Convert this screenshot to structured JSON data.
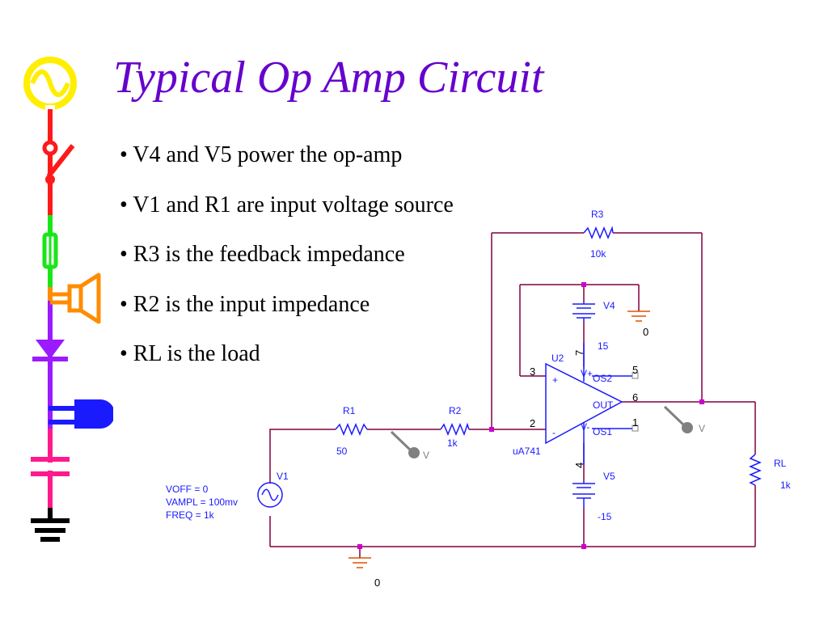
{
  "slide": {
    "title": "Typical Op Amp Circuit",
    "bullets": [
      "• V4 and V5 power the op-amp",
      "• V1 and R1 are input voltage source",
      "• R3 is the feedback impedance",
      "• R2 is the input impedance",
      "• RL is the load"
    ]
  },
  "schematic": {
    "components": {
      "r1": {
        "name": "R1",
        "value": "50"
      },
      "r2": {
        "name": "R2",
        "value": "1k"
      },
      "r3": {
        "name": "R3",
        "value": "10k"
      },
      "rl": {
        "name": "RL",
        "value": "1k"
      },
      "v1": {
        "name": "V1",
        "params": [
          "VOFF = 0",
          "VAMPL = 100mv",
          "FREQ = 1k"
        ]
      },
      "v4": {
        "name": "V4",
        "value": "15"
      },
      "v5": {
        "name": "V5",
        "value": "-15"
      },
      "u2": {
        "name": "U2",
        "model": "uA741"
      }
    },
    "pins": {
      "p3": "3",
      "p2": "2",
      "p7": "7",
      "p4": "4",
      "p5": "5",
      "p6": "6",
      "p1": "1",
      "plus": "+",
      "minus": "-",
      "vplus": "V+",
      "vminus": "V-",
      "os2": "OS2",
      "out": "OUT",
      "os1": "OS1"
    },
    "grounds": {
      "g_v4": "0",
      "g_bottom": "0"
    },
    "probes": {
      "probe_input": "V",
      "probe_output": "V"
    }
  },
  "colors": {
    "title": "#6600cc",
    "wire": "#800040",
    "component": "#1a1aff",
    "ground": "#e05000",
    "junction": "#cc00cc",
    "probe": "#808080"
  },
  "sidebar_icons": [
    "ac-source-icon",
    "switch-icon",
    "fuse-icon",
    "speaker-icon",
    "diode-icon",
    "plug-icon",
    "capacitor-icon",
    "ground-icon"
  ]
}
